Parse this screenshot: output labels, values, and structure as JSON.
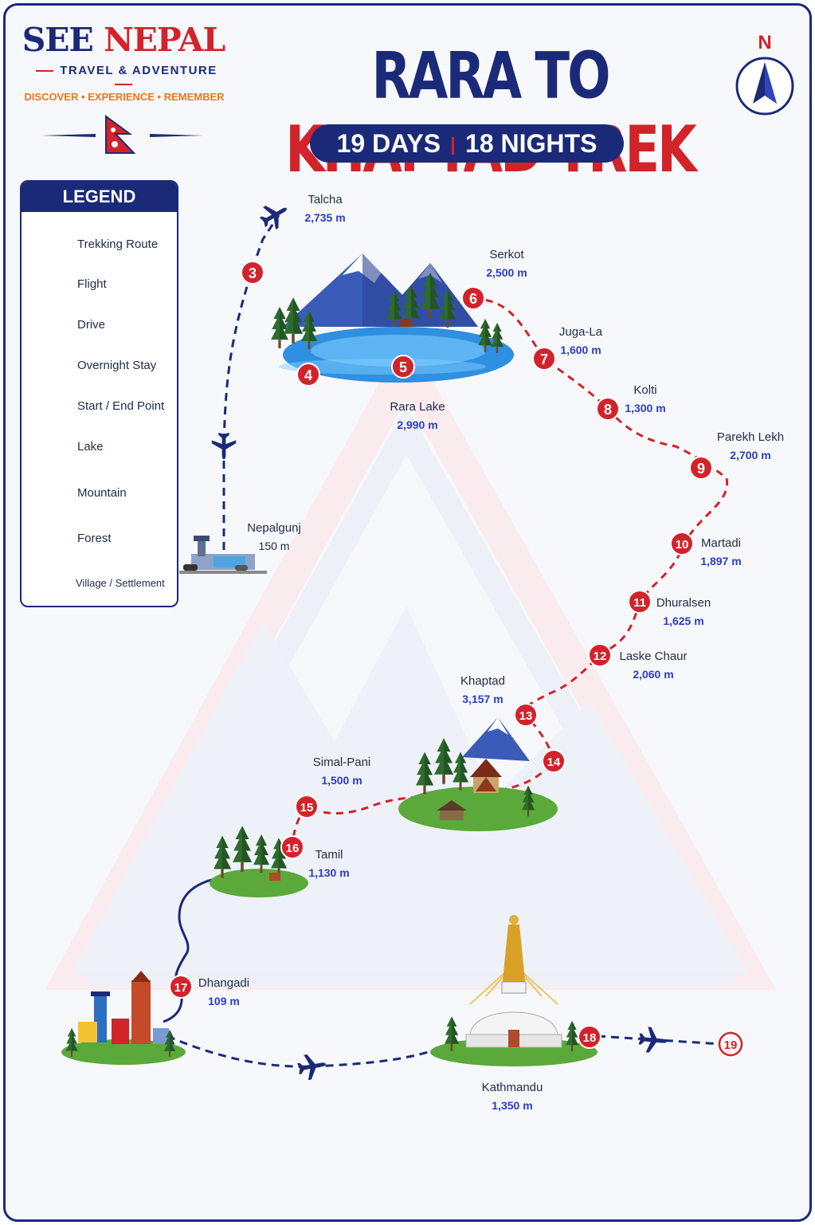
{
  "brand": {
    "see": "SEE",
    "nepal": "NEPAL",
    "subtitle": "TRAVEL & ADVENTURE",
    "tagline": "DISCOVER • EXPERIENCE • REMEMBER"
  },
  "title": {
    "part1": "RARA TO",
    "part2": "KHAPTAD TREK",
    "days": "19 DAYS",
    "nights": "18 NIGHTS"
  },
  "north": "N",
  "legend": {
    "title": "LEGEND",
    "items": [
      {
        "label": "Trekking Route",
        "icon": "dashed-red-line"
      },
      {
        "label": "Flight",
        "icon": "plane-icon"
      },
      {
        "label": "Drive",
        "icon": "solid-blue-line"
      },
      {
        "label": "Overnight Stay",
        "icon": "red-dot"
      },
      {
        "label": "Start / End Point",
        "icon": "red-ring"
      },
      {
        "label": "Lake",
        "icon": "lake-icon"
      },
      {
        "label": "Mountain",
        "icon": "mountain-icon"
      },
      {
        "label": "Forest",
        "icon": "tree-icon"
      },
      {
        "label": "Village / Settlement",
        "icon": "village-icon"
      }
    ]
  },
  "places": [
    {
      "name": "Talcha",
      "elevation": "2,735 m"
    },
    {
      "name": "Serkot",
      "elevation": "2,500 m"
    },
    {
      "name": "Juga-La",
      "elevation": "1,600 m"
    },
    {
      "name": "Kolti",
      "elevation": "1,300 m"
    },
    {
      "name": "Parekh Lekh",
      "elevation": "2,700 m"
    },
    {
      "name": "Rara Lake",
      "elevation": "2,990 m"
    },
    {
      "name": "Nepalgunj",
      "elevation": "150 m"
    },
    {
      "name": "Martadi",
      "elevation": "1,897 m"
    },
    {
      "name": "Dhuralsen",
      "elevation": "1,625 m"
    },
    {
      "name": "Laske Chaur",
      "elevation": "2,060 m"
    },
    {
      "name": "Khaptad",
      "elevation": "3,157 m"
    },
    {
      "name": "Simal-Pani",
      "elevation": "1,500 m"
    },
    {
      "name": "Tamil",
      "elevation": "1,130 m"
    },
    {
      "name": "Dhangadi",
      "elevation": "109 m"
    },
    {
      "name": "Kathmandu",
      "elevation": "1,350 m"
    }
  ],
  "stops": [
    "3",
    "4",
    "5",
    "6",
    "7",
    "8",
    "9",
    "10",
    "11",
    "12",
    "13",
    "14",
    "15",
    "16",
    "17",
    "18"
  ],
  "end_point": "19",
  "colors": {
    "navy": "#1b2a78",
    "red": "#d2232a",
    "orange": "#e87722",
    "lake": "#2f8fe0",
    "forest": "#2e6b2c"
  }
}
